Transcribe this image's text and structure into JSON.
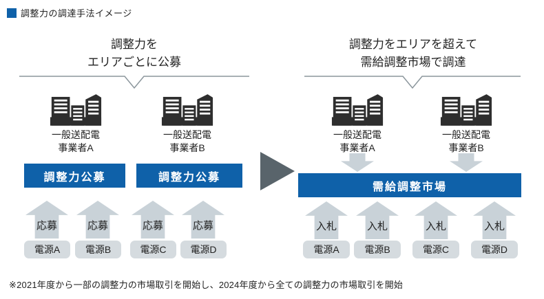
{
  "page": {
    "title": "調整力の調達手法イメージ",
    "footnote": "※2021年度から一部の調整力の市場取引を開始し、2024年度から全ての調整力の市場取引を開始"
  },
  "colors": {
    "accent_blue": "#0f61a9",
    "building_dark": "#2e2e2e",
    "light_arrow_gray": "#c9d2d8",
    "source_box_gray": "#d5dbdf",
    "transition_arrow_gray": "#59646b",
    "brace_line_gray": "#8b969c"
  },
  "icons": {
    "title_bullet": "blue-square-icon",
    "operator": "city-buildings-icon",
    "up_arrow": "block-arrow-up-icon",
    "down_arrow": "block-arrow-down-icon",
    "transition": "triangle-right-icon",
    "brace": "downward-pointing-bracket-line"
  },
  "left_panel": {
    "header_line1": "調整力を",
    "header_line2": "エリアごとに公募",
    "operators": [
      {
        "label_line1": "一般送配電",
        "label_line2": "事業者A"
      },
      {
        "label_line1": "一般送配電",
        "label_line2": "事業者B"
      }
    ],
    "market_boxes": [
      "調整力公募",
      "調整力公募"
    ],
    "apply_labels": [
      "応募",
      "応募",
      "応募",
      "応募"
    ],
    "sources": [
      "電源A",
      "電源B",
      "電源C",
      "電源D"
    ]
  },
  "right_panel": {
    "header_line1": "調整力をエリアを超えて",
    "header_line2": "需給調整市場で調達",
    "operators": [
      {
        "label_line1": "一般送配電",
        "label_line2": "事業者A"
      },
      {
        "label_line1": "一般送配電",
        "label_line2": "事業者B"
      }
    ],
    "market_box": "需給調整市場",
    "bid_labels": [
      "入札",
      "入札",
      "入札",
      "入札"
    ],
    "sources": [
      "電源A",
      "電源B",
      "電源C",
      "電源D"
    ]
  }
}
